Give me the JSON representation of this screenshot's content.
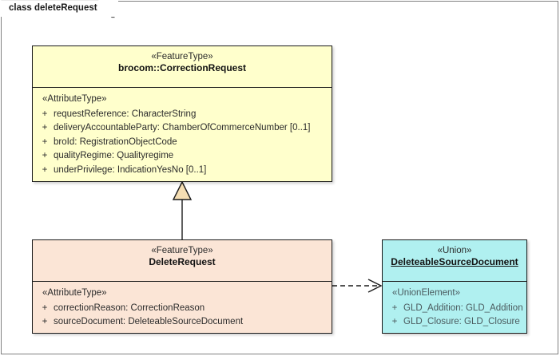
{
  "diagram": {
    "tab_label": "class deleteRequest",
    "colors": {
      "feature_type_fill": "#FFFFCC",
      "delete_request_fill": "#FBE5D6",
      "union_fill": "#B0F0F0",
      "generalization_arrow_fill": "#F5DEB3",
      "border": "#1A1A1A",
      "canvas_frame": "#808080"
    },
    "classes": [
      {
        "id": "correction-request",
        "stereotype": "«FeatureType»",
        "name": "brocom::CorrectionRequest",
        "name_underlined": false,
        "compartment_stereotype": "«AttributeType»",
        "attributes": [
          {
            "visibility": "+",
            "text": "requestReference: CharacterString"
          },
          {
            "visibility": "+",
            "text": "deliveryAccountableParty: ChamberOfCommerceNumber [0..1]"
          },
          {
            "visibility": "+",
            "text": "broId: RegistrationObjectCode"
          },
          {
            "visibility": "+",
            "text": "qualityRegime: Qualityregime"
          },
          {
            "visibility": "+",
            "text": "underPrivilege: IndicationYesNo [0..1]"
          }
        ]
      },
      {
        "id": "delete-request",
        "stereotype": "«FeatureType»",
        "name": "DeleteRequest",
        "name_underlined": false,
        "compartment_stereotype": "«AttributeType»",
        "attributes": [
          {
            "visibility": "+",
            "text": "correctionReason: CorrectionReason"
          },
          {
            "visibility": "+",
            "text": "sourceDocument: DeleteableSourceDocument"
          }
        ]
      },
      {
        "id": "deleteable-source-document",
        "stereotype": "«Union»",
        "name": "DeleteableSourceDocument",
        "name_underlined": true,
        "compartment_stereotype": "«UnionElement»",
        "attributes": [
          {
            "visibility": "+",
            "text": "GLD_Addition: GLD_Addition"
          },
          {
            "visibility": "+",
            "text": "GLD_Closure: GLD_Closure"
          }
        ]
      }
    ],
    "relationships": [
      {
        "id": "generalization",
        "type": "generalization",
        "from": "DeleteRequest",
        "to": "brocom::CorrectionRequest",
        "line_style": "solid",
        "arrowhead": "hollow-triangle"
      },
      {
        "id": "dependency",
        "type": "dependency",
        "from": "DeleteRequest",
        "to": "DeleteableSourceDocument",
        "line_style": "dashed",
        "arrowhead": "open"
      }
    ]
  }
}
